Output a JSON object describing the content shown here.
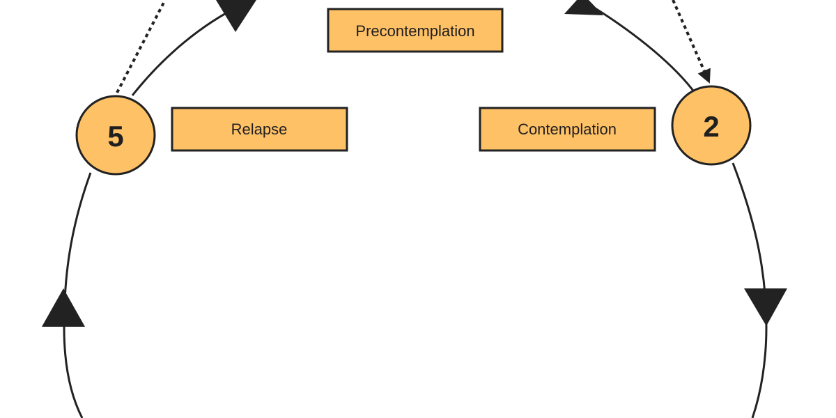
{
  "colors": {
    "accent": "#FFC166",
    "stroke": "#222222",
    "background": "#FFFFFF"
  },
  "labels": {
    "precontemplation": "Precontemplation",
    "contemplation": "Contemplation",
    "relapse": "Relapse"
  },
  "stages": {
    "two": "2",
    "five": "5"
  }
}
